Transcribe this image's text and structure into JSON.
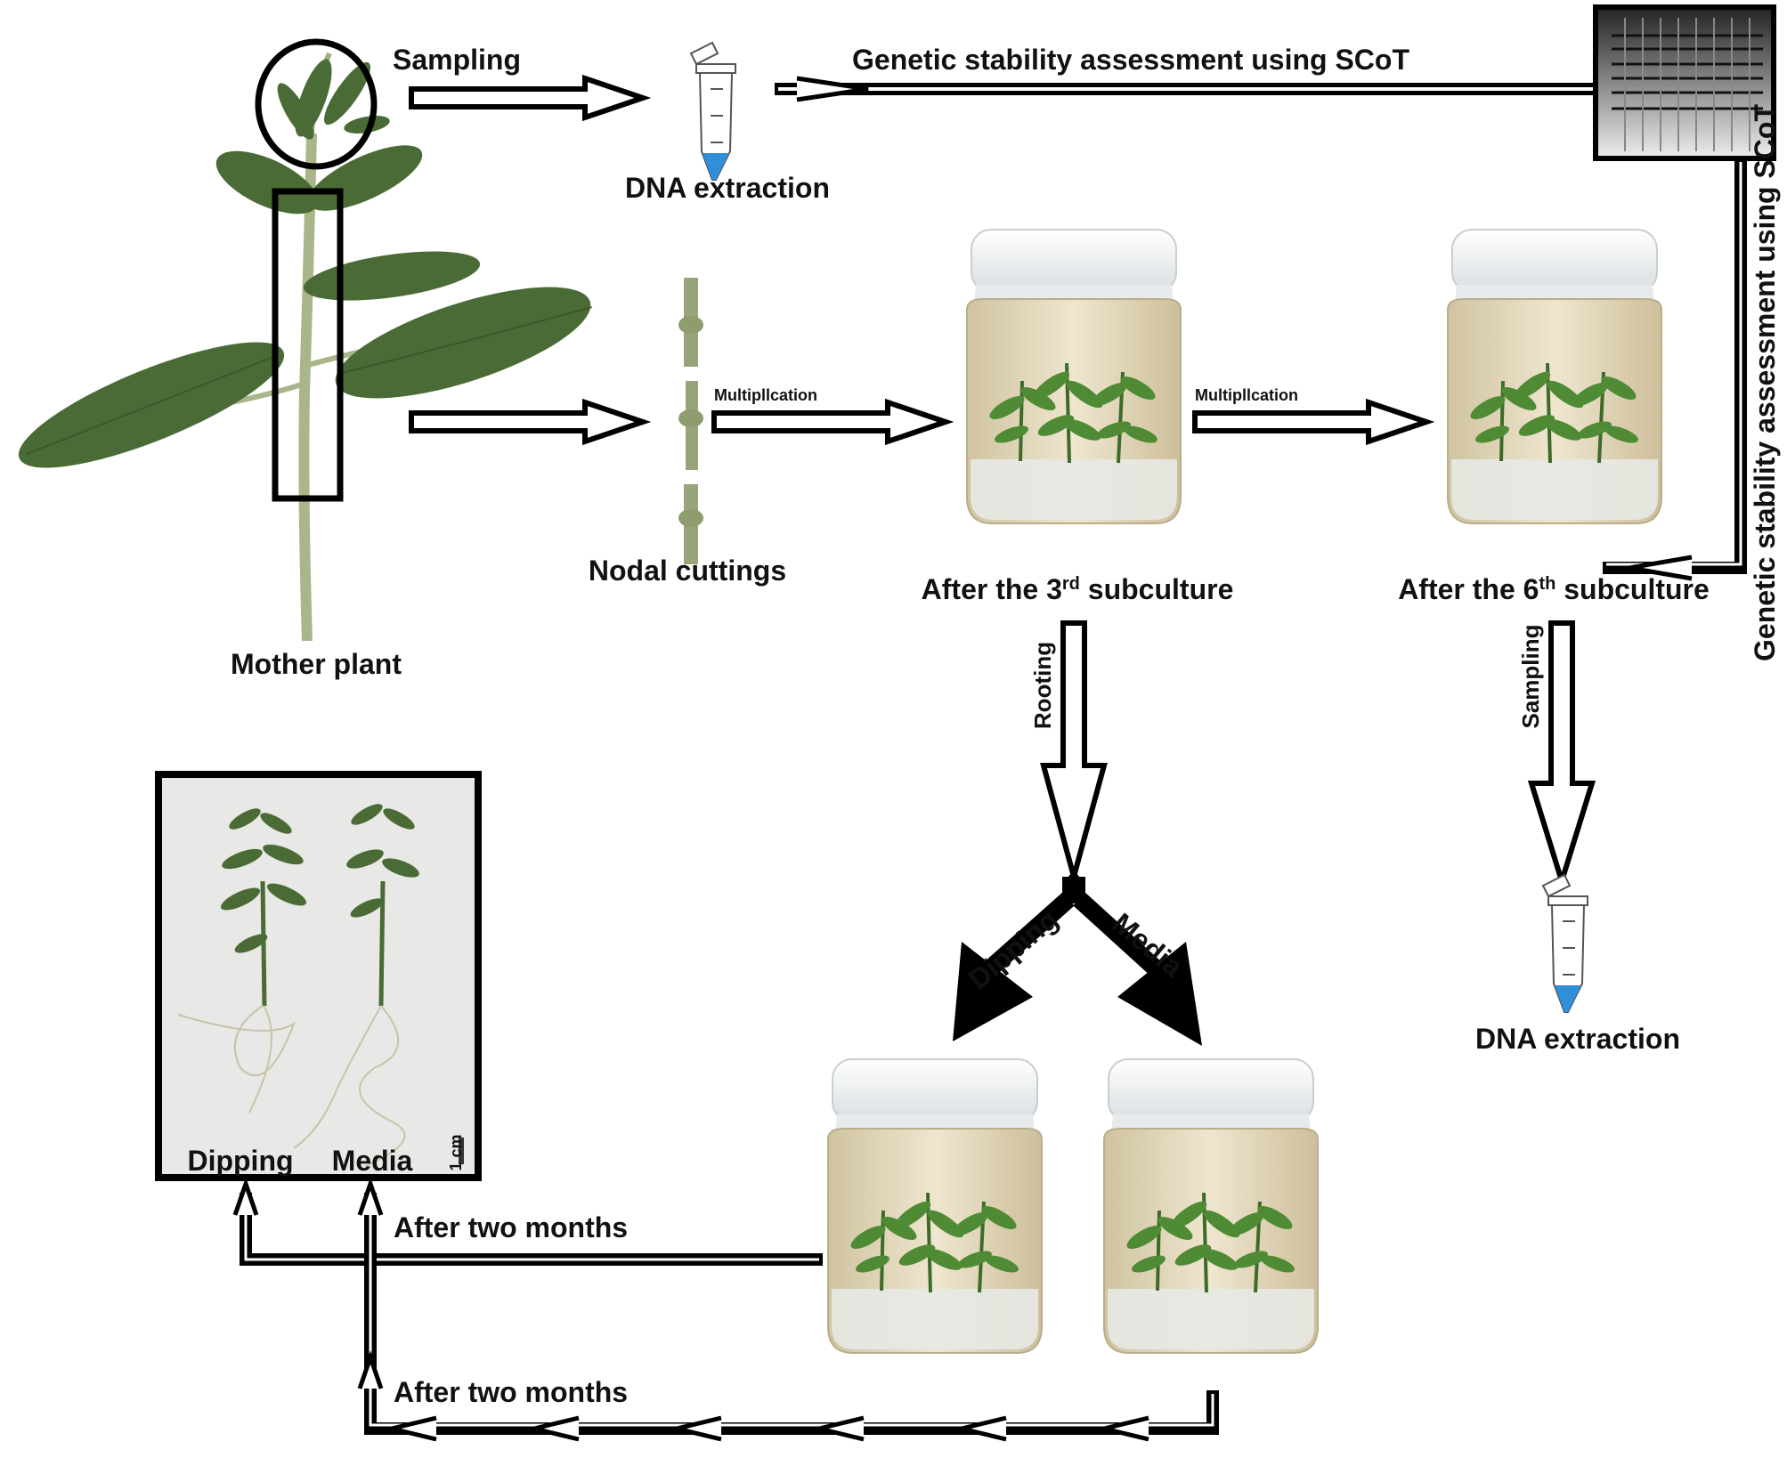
{
  "labels": {
    "mother_plant": "Mother plant",
    "sampling_top": "Sampling",
    "dna_extraction_top": "DNA extraction",
    "genetic_top": "Genetic stability assessment using SCoT",
    "genetic_right": "Genetic stability assessment using SCoT",
    "nodal_cuttings": "Nodal cuttings",
    "multiplication_1": "Multipllcation",
    "multiplication_2": "Multipllcation",
    "after3_prefix": "After the 3",
    "after3_sup": "rd",
    "after3_suffix": " subculture",
    "after6_prefix": "After the 6",
    "after6_sup": "th",
    "after6_suffix": " subculture",
    "rooting": "Rooting",
    "sampling_right": "Sampling",
    "dna_extraction_right": "DNA extraction",
    "dipping_branch": "Dipping",
    "media_branch": "Media",
    "photo_dipping": "Dipping",
    "photo_media": "Media",
    "scale": "1 cm",
    "after_two_months_1": "After two months",
    "after_two_months_2": "After two months"
  },
  "colors": {
    "leaf": "#4a6b35",
    "leaf_dark": "#33502a",
    "stem": "#a9b68a",
    "jar_cap": "#eef1f2",
    "jar_body": "#e4d9bc",
    "tube_liquid": "#2f8fd8",
    "line": "#000000"
  }
}
